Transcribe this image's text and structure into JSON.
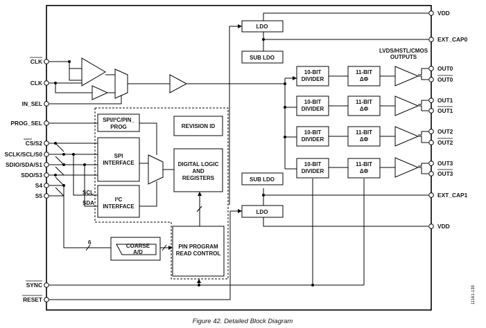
{
  "pins_left": {
    "clk_n": "CLK",
    "clk": "CLK",
    "in_sel": "IN_SEL",
    "prog_sel": "PROG_SEL",
    "cs_s2": "CS/S2",
    "sclk": "SCLK/SCL/S0",
    "sdio": "SDIO/SDA/S1",
    "sdo": "SDO/S3",
    "s4": "S4",
    "s5": "S5",
    "sync": "SYNC",
    "reset": "RESET"
  },
  "pins_right": {
    "vdd_top": "VDD",
    "ext_cap0": "EXT_CAP0",
    "out0": "OUT0",
    "out0_n": "OUT0",
    "out1": "OUT1",
    "out1_n": "OUT1",
    "out2": "OUT2",
    "out2_n": "OUT2",
    "out3": "OUT3",
    "out3_n": "OUT3",
    "ext_cap1": "EXT_CAP1",
    "vdd_bottom": "VDD"
  },
  "blocks": {
    "ldo_top": "LDO",
    "sub_ldo_top": "SUB LDO",
    "sub_ldo_bottom": "SUB LDO",
    "ldo_bottom": "LDO",
    "spi_pin_prog_1": "SPI/I²C/PIN_",
    "spi_pin_prog_2": "PROG",
    "revision_id": "REVISION ID",
    "spi_1": "SPI",
    "spi_2": "INTERFACE",
    "i2c_1": "I²C",
    "i2c_2": "INTERFACE",
    "digital_1": "DIGITAL LOGIC",
    "digital_2": "AND",
    "digital_3": "REGISTERS",
    "coarse_1": "COARSE",
    "coarse_2": "A/D",
    "pin_prog_1": "PIN PROGRAM",
    "pin_prog_2": "READ CONTROL",
    "divider_1": "10-BIT",
    "divider_2": "DIVIDER",
    "phase_1": "11-BIT",
    "phase_2": "ΔΦ"
  },
  "labels": {
    "scl": "SCL",
    "sda": "SDA",
    "bus_width": "6",
    "outputs_1": "LVDS/HSTL/CMOS",
    "outputs_2": "OUTPUTS",
    "side_code": "11161-139"
  },
  "caption": "Figure 42. Detailed Block Diagram"
}
